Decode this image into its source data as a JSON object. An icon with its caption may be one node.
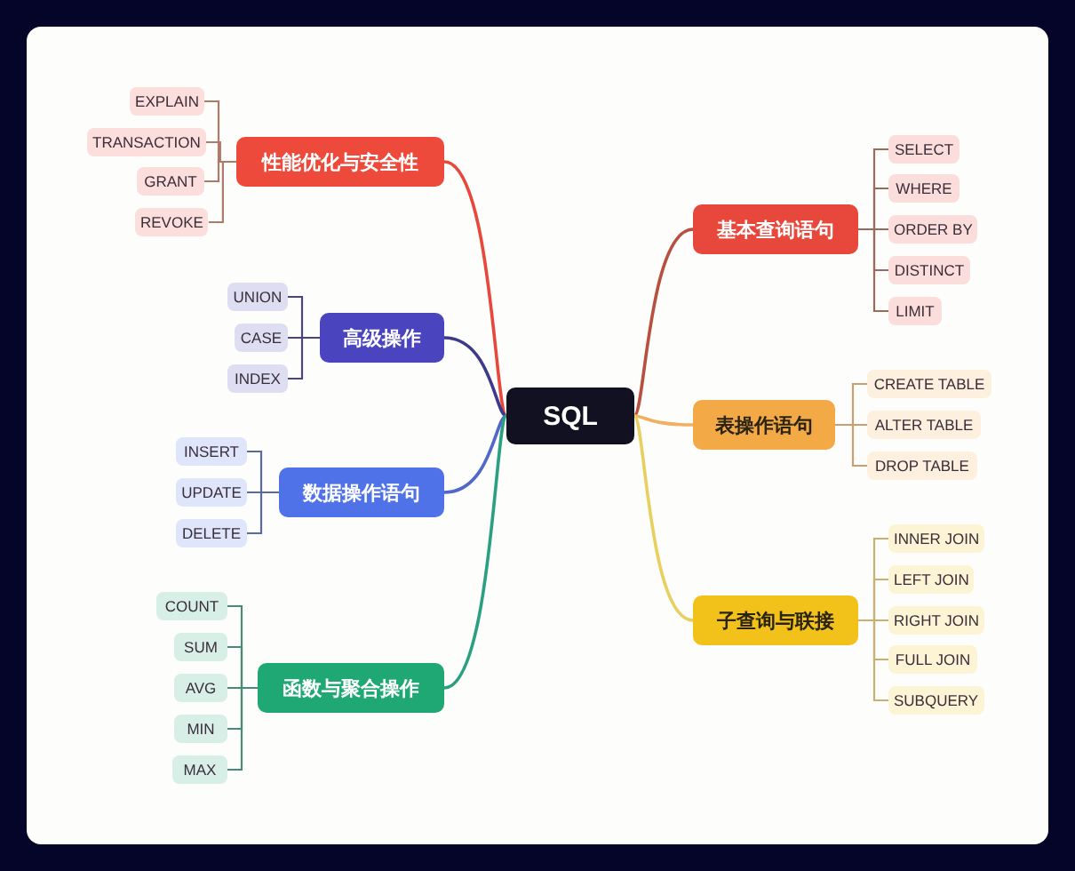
{
  "diagram": {
    "nodes": [
      {
        "text": [
          "SQL"
        ]
      },
      {
        "text": [
          "性能优化与安全性"
        ]
      },
      {
        "text": [
          "EXPLAIN"
        ]
      },
      {
        "text": [
          "TRANSACTION"
        ]
      },
      {
        "text": [
          "GRANT"
        ]
      },
      {
        "text": [
          "REVOKE"
        ]
      },
      {
        "text": [
          "基本查询语句"
        ]
      },
      {
        "text": [
          "SELECT"
        ]
      },
      {
        "text": [
          "WHERE"
        ]
      },
      {
        "text": [
          "ORDER BY"
        ]
      },
      {
        "text": [
          "DISTINCT"
        ]
      },
      {
        "text": [
          "LIMIT"
        ]
      },
      {
        "text": [
          "高级操作"
        ]
      },
      {
        "text": [
          "UNION"
        ]
      },
      {
        "text": [
          "CASE"
        ]
      },
      {
        "text": [
          "INDEX"
        ]
      },
      {
        "text": [
          "表操作语句"
        ]
      },
      {
        "text": [
          "CREATE TABLE"
        ]
      },
      {
        "text": [
          "ALTER TABLE"
        ]
      },
      {
        "text": [
          "DROP TABLE"
        ]
      },
      {
        "text": [
          "数据操作语句"
        ]
      },
      {
        "text": [
          "INSERT"
        ]
      },
      {
        "text": [
          "UPDATE"
        ]
      },
      {
        "text": [
          "DELETE"
        ]
      },
      {
        "text": [
          "子查询与联接"
        ]
      },
      {
        "text": [
          "INNER JOIN"
        ]
      },
      {
        "text": [
          "LEFT JOIN"
        ]
      },
      {
        "text": [
          "RIGHT JOIN"
        ]
      },
      {
        "text": [
          "FULL JOIN"
        ]
      },
      {
        "text": [
          "SUBQUERY"
        ]
      },
      {
        "text": [
          "函数与聚合操作"
        ]
      },
      {
        "text": [
          "COUNT"
        ]
      },
      {
        "text": [
          "SUM"
        ]
      },
      {
        "text": [
          "AVG"
        ]
      },
      {
        "text": [
          "MIN"
        ]
      },
      {
        "text": [
          "MAX"
        ]
      }
    ],
    "edges": [
      {
        "from": 0,
        "to": 1,
        "arrow": "none",
        "color": "#e8483b"
      },
      {
        "from": 1,
        "to": 2,
        "arrow": "none",
        "color": "#b07a6a"
      },
      {
        "from": 1,
        "to": 3,
        "arrow": "none",
        "color": "#b07a6a"
      },
      {
        "from": 1,
        "to": 4,
        "arrow": "none",
        "color": "#b07a6a"
      },
      {
        "from": 1,
        "to": 5,
        "arrow": "none",
        "color": "#b07a6a"
      },
      {
        "from": 0,
        "to": 6,
        "arrow": "none",
        "color": "#b8503f"
      },
      {
        "from": 6,
        "to": 7,
        "arrow": "none",
        "color": "#9a6a5c"
      },
      {
        "from": 6,
        "to": 8,
        "arrow": "none",
        "color": "#9a6a5c"
      },
      {
        "from": 6,
        "to": 9,
        "arrow": "none",
        "color": "#9a6a5c"
      },
      {
        "from": 6,
        "to": 10,
        "arrow": "none",
        "color": "#9a6a5c"
      },
      {
        "from": 6,
        "to": 11,
        "arrow": "none",
        "color": "#9a6a5c"
      },
      {
        "from": 0,
        "to": 12,
        "arrow": "none",
        "color": "#3d3a8a"
      },
      {
        "from": 12,
        "to": 13,
        "arrow": "none",
        "color": "#4a4580"
      },
      {
        "from": 12,
        "to": 14,
        "arrow": "none",
        "color": "#4a4580"
      },
      {
        "from": 12,
        "to": 15,
        "arrow": "none",
        "color": "#4a4580"
      },
      {
        "from": 0,
        "to": 16,
        "arrow": "none",
        "color": "#f0b060"
      },
      {
        "from": 16,
        "to": 17,
        "arrow": "none",
        "color": "#c8a070"
      },
      {
        "from": 16,
        "to": 18,
        "arrow": "none",
        "color": "#c8a070"
      },
      {
        "from": 16,
        "to": 19,
        "arrow": "none",
        "color": "#c8a070"
      },
      {
        "from": 0,
        "to": 20,
        "arrow": "none",
        "color": "#5068c8"
      },
      {
        "from": 20,
        "to": 21,
        "arrow": "none",
        "color": "#5a6aa0"
      },
      {
        "from": 20,
        "to": 22,
        "arrow": "none",
        "color": "#5a6aa0"
      },
      {
        "from": 20,
        "to": 23,
        "arrow": "none",
        "color": "#5a6aa0"
      },
      {
        "from": 0,
        "to": 24,
        "arrow": "none",
        "color": "#e8d060"
      },
      {
        "from": 24,
        "to": 25,
        "arrow": "none",
        "color": "#c8b070"
      },
      {
        "from": 24,
        "to": 26,
        "arrow": "none",
        "color": "#c8b070"
      },
      {
        "from": 24,
        "to": 27,
        "arrow": "none",
        "color": "#c8b070"
      },
      {
        "from": 24,
        "to": 28,
        "arrow": "none",
        "color": "#c8b070"
      },
      {
        "from": 24,
        "to": 29,
        "arrow": "none",
        "color": "#c8b070"
      },
      {
        "from": 0,
        "to": 30,
        "arrow": "none",
        "color": "#2aa080"
      },
      {
        "from": 30,
        "to": 31,
        "arrow": "none",
        "color": "#4a8a78"
      },
      {
        "from": 30,
        "to": 32,
        "arrow": "none",
        "color": "#4a8a78"
      },
      {
        "from": 30,
        "to": 33,
        "arrow": "none",
        "color": "#4a8a78"
      },
      {
        "from": 30,
        "to": 34,
        "arrow": "none",
        "color": "#4a8a78"
      },
      {
        "from": 30,
        "to": 35,
        "arrow": "none",
        "color": "#4a8a78"
      }
    ]
  }
}
